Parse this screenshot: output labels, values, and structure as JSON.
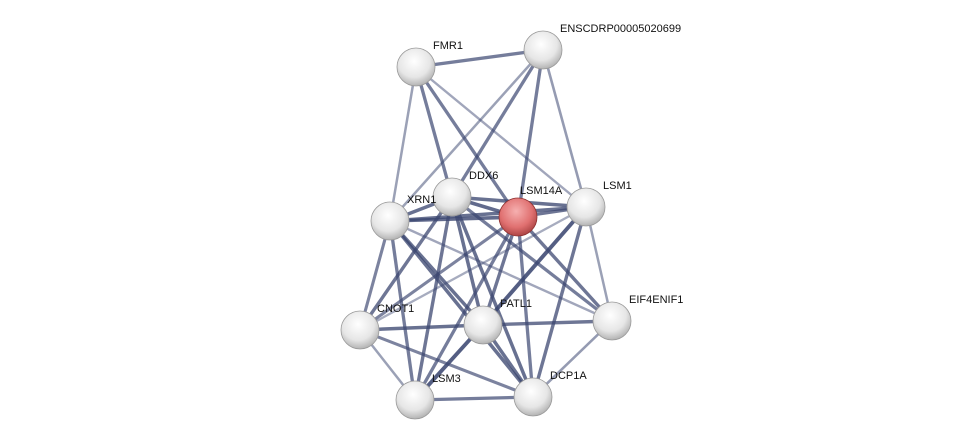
{
  "network": {
    "query_node": "LSM14A",
    "colors": {
      "query": "#e06666",
      "node": "#e8e8e8",
      "edge": "#3b4670"
    },
    "nodes": [
      {
        "id": "FMR1",
        "label": "FMR1"
      },
      {
        "id": "ENS",
        "label": "ENSCDRP00005020699"
      },
      {
        "id": "DDX6",
        "label": "DDX6"
      },
      {
        "id": "XRN1",
        "label": "XRN1"
      },
      {
        "id": "LSM14A",
        "label": "LSM14A"
      },
      {
        "id": "LSM1",
        "label": "LSM1"
      },
      {
        "id": "CNOT1",
        "label": "CNOT1"
      },
      {
        "id": "PATL1",
        "label": "PATL1"
      },
      {
        "id": "EIF4ENIF1",
        "label": "EIF4ENIF1"
      },
      {
        "id": "LSM3",
        "label": "LSM3"
      },
      {
        "id": "DCP1A",
        "label": "DCP1A"
      }
    ],
    "edges": [
      [
        "FMR1",
        "ENS",
        0.7
      ],
      [
        "FMR1",
        "XRN1",
        0.4
      ],
      [
        "FMR1",
        "DDX6",
        0.7
      ],
      [
        "FMR1",
        "LSM14A",
        0.7
      ],
      [
        "FMR1",
        "LSM1",
        0.35
      ],
      [
        "ENS",
        "XRN1",
        0.4
      ],
      [
        "ENS",
        "DDX6",
        0.7
      ],
      [
        "ENS",
        "LSM14A",
        0.7
      ],
      [
        "ENS",
        "LSM1",
        0.45
      ],
      [
        "DDX6",
        "XRN1",
        0.8
      ],
      [
        "DDX6",
        "LSM14A",
        0.85
      ],
      [
        "DDX6",
        "LSM1",
        0.8
      ],
      [
        "DDX6",
        "CNOT1",
        0.75
      ],
      [
        "DDX6",
        "PATL1",
        0.8
      ],
      [
        "DDX6",
        "LSM3",
        0.75
      ],
      [
        "DDX6",
        "DCP1A",
        0.8
      ],
      [
        "DDX6",
        "EIF4ENIF1",
        0.7
      ],
      [
        "XRN1",
        "LSM14A",
        0.85
      ],
      [
        "XRN1",
        "LSM1",
        0.8
      ],
      [
        "XRN1",
        "CNOT1",
        0.65
      ],
      [
        "XRN1",
        "PATL1",
        0.8
      ],
      [
        "XRN1",
        "LSM3",
        0.7
      ],
      [
        "XRN1",
        "DCP1A",
        0.8
      ],
      [
        "XRN1",
        "EIF4ENIF1",
        0.35
      ],
      [
        "LSM14A",
        "LSM1",
        0.75
      ],
      [
        "LSM14A",
        "CNOT1",
        0.65
      ],
      [
        "LSM14A",
        "PATL1",
        0.75
      ],
      [
        "LSM14A",
        "LSM3",
        0.7
      ],
      [
        "LSM14A",
        "DCP1A",
        0.7
      ],
      [
        "LSM14A",
        "EIF4ENIF1",
        0.75
      ],
      [
        "LSM1",
        "PATL1",
        0.95
      ],
      [
        "LSM1",
        "DCP1A",
        0.75
      ],
      [
        "LSM1",
        "EIF4ENIF1",
        0.4
      ],
      [
        "LSM1",
        "CNOT1",
        0.3
      ],
      [
        "CNOT1",
        "PATL1",
        0.8
      ],
      [
        "CNOT1",
        "LSM3",
        0.4
      ],
      [
        "CNOT1",
        "DCP1A",
        0.65
      ],
      [
        "PATL1",
        "LSM3",
        0.95
      ],
      [
        "PATL1",
        "DCP1A",
        0.8
      ],
      [
        "PATL1",
        "EIF4ENIF1",
        0.75
      ],
      [
        "LSM3",
        "DCP1A",
        0.7
      ],
      [
        "DCP1A",
        "EIF4ENIF1",
        0.45
      ]
    ]
  }
}
